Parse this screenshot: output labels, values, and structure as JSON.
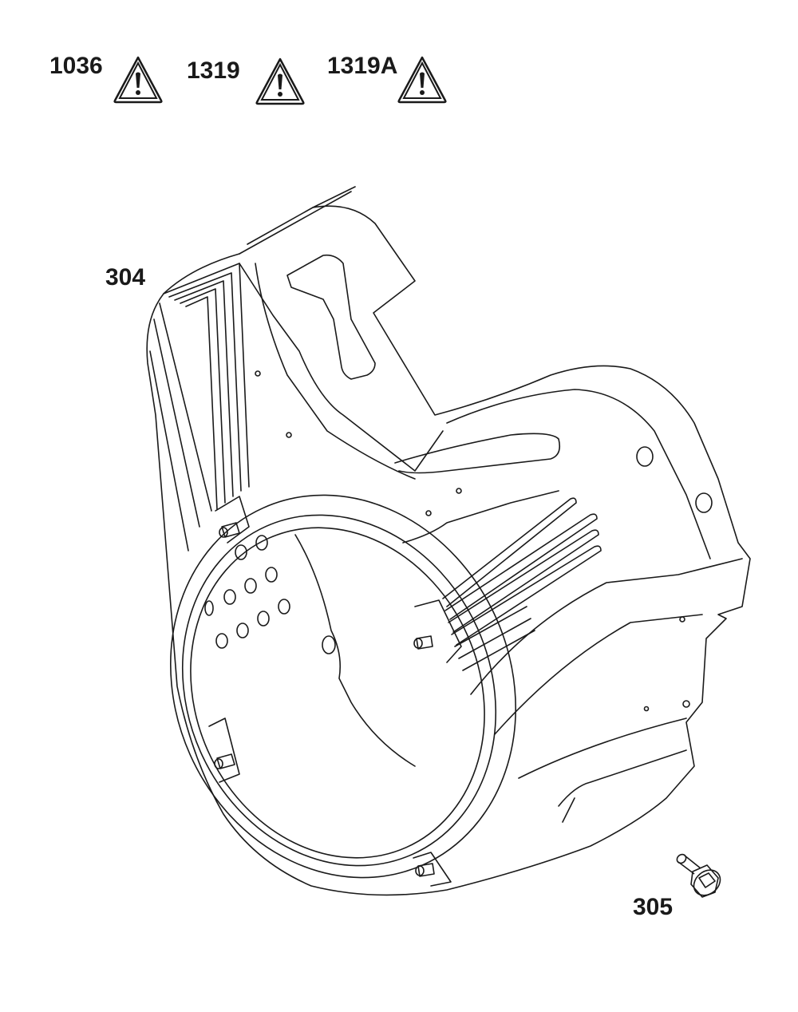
{
  "warnings": [
    {
      "code": "1036",
      "icon": "warning-triangle-icon"
    },
    {
      "code": "1319",
      "icon": "warning-triangle-icon"
    },
    {
      "code": "1319A",
      "icon": "warning-triangle-icon"
    }
  ],
  "parts": [
    {
      "number": "304",
      "name_icon": "blower-housing-drawing"
    },
    {
      "number": "305",
      "name_icon": "flange-bolt-drawing"
    }
  ],
  "colors": {
    "line": "#1a1a1a",
    "background": "#ffffff"
  }
}
